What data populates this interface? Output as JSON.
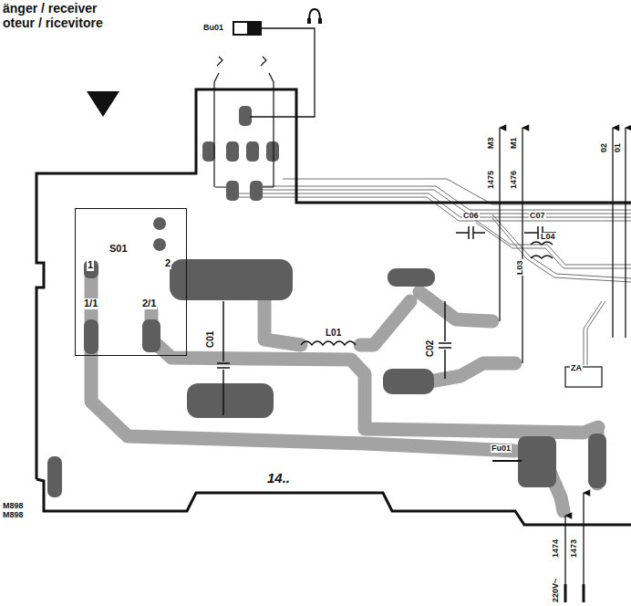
{
  "diagram": {
    "nodes": [
      {
        "text": [
          "S01",
          "1",
          "2",
          "1/1",
          "2/1"
        ]
      }
    ],
    "labels": [
      "änger / receiver",
      "oteur / ricevitore",
      "Bu01",
      "C01",
      "L01",
      "C02",
      "C06",
      "C07",
      "L04",
      "L03",
      "1475",
      "M3",
      "1476",
      "M1",
      "02",
      "01",
      "ZA",
      "Fu01",
      "14..",
      "M898",
      "M898",
      "1474",
      "1473",
      "220V~"
    ]
  }
}
